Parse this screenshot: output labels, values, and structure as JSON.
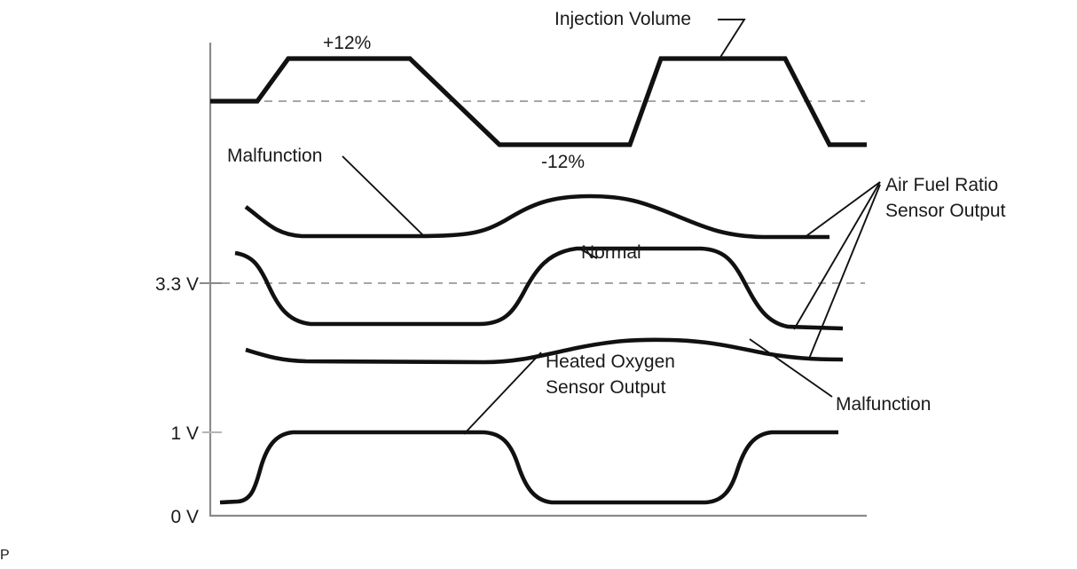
{
  "figure": {
    "title": "Injection Volume / Air Fuel Ratio Sensor / Heated Oxygen Sensor waveform diagram",
    "corner_mark": "P"
  },
  "axis": {
    "ticks": [
      {
        "label": "3.3 V",
        "value": 3.3
      },
      {
        "label": "1 V",
        "value": 1.0
      },
      {
        "label": "0 V",
        "value": 0.0
      }
    ]
  },
  "labels": {
    "injection_volume": "Injection Volume",
    "plus_12": "+12%",
    "minus_12": "-12%",
    "malfunction_upper": "Malfunction",
    "malfunction_lower": "Malfunction",
    "normal": "Normal",
    "air_fuel_ratio_line1": "Air Fuel Ratio",
    "air_fuel_ratio_line2": "Sensor Output",
    "heated_oxygen_line1": "Heated Oxygen",
    "heated_oxygen_line2": "Sensor Output"
  },
  "colors": {
    "trace": "#111111",
    "axis": "#8a8a8a",
    "reference_dash": "#9a9a9a",
    "background": "#ffffff",
    "text": "#1a1a1a"
  },
  "chart_data": {
    "type": "line",
    "title": "Injection Volume vs Air Fuel Ratio Sensor and Heated Oxygen Sensor Output",
    "xlabel": "",
    "ylabel": "",
    "grid": false,
    "legend_position": "inline-annotations",
    "annotations": [
      "+12%",
      "-12%",
      "Injection Volume",
      "Malfunction",
      "Normal",
      "Air Fuel Ratio Sensor Output",
      "Heated Oxygen Sensor Output",
      "Malfunction"
    ],
    "axis_ticks": [
      "3.3 V",
      "1 V",
      "0 V"
    ],
    "reference_lines": [
      {
        "name": "injection-volume-baseline",
        "style": "dashed"
      },
      {
        "name": "3.3-volt-reference",
        "style": "dashed",
        "value": 3.3
      }
    ],
    "series": [
      {
        "name": "Injection Volume",
        "style": "trapezoidal",
        "description": "Starts at 0% baseline, steps up to +12% plateau, ramps down to -12% plateau, ramps back up to +12% plateau, then ramps down to -12%",
        "levels_percent": [
          0,
          12,
          12,
          -12,
          -12,
          12,
          12,
          -12
        ],
        "x": [
          237,
          290,
          325,
          462,
          563,
          710,
          745,
          885,
          935,
          977
        ],
        "y": [
          114,
          114,
          66,
          66,
          163,
          163,
          66,
          66,
          163,
          163
        ]
      },
      {
        "name": "Air Fuel Ratio Sensor Output - Malfunction",
        "style": "smooth",
        "description": "Upper air fuel ratio trace, dips low then rises to a rounded peak and falls again",
        "x": [
          277,
          330,
          400,
          500,
          600,
          680,
          760,
          830,
          890,
          935
        ],
        "y": [
          233,
          262,
          267,
          267,
          240,
          222,
          226,
          248,
          266,
          268
        ]
      },
      {
        "name": "Air Fuel Ratio Sensor Output - Normal",
        "style": "smooth",
        "description": "Lower air fuel ratio trace crossing the 3.3 V reference line, high at start, low plateau, rises above 3.3 V then falls below",
        "x": [
          265,
          300,
          345,
          430,
          540,
          600,
          660,
          760,
          830,
          880,
          950
        ],
        "y": [
          285,
          300,
          345,
          366,
          366,
          330,
          285,
          279,
          310,
          360,
          371
        ]
      },
      {
        "name": "Heated Oxygen Sensor Output - Malfunction",
        "style": "smooth",
        "description": "Shallow trace between the air fuel ratio lines, gentle dip then rise then fall",
        "x": [
          277,
          340,
          430,
          540,
          640,
          720,
          800,
          870,
          950
        ],
        "y": [
          394,
          404,
          408,
          408,
          395,
          384,
          385,
          395,
          404
        ]
      },
      {
        "name": "Heated Oxygen Sensor Output",
        "style": "square-rounded",
        "description": "Switching trace between 0 V and 1 V, low then high plateau at 1 V, drops to 0 V, rises back to 1 V",
        "levels_volts": [
          0,
          1,
          1,
          0,
          0,
          1,
          1
        ],
        "x": [
          248,
          272,
          300,
          380,
          520,
          560,
          610,
          700,
          790,
          830,
          880,
          945
        ],
        "y": [
          566,
          564,
          500,
          487,
          487,
          498,
          556,
          566,
          566,
          540,
          487,
          486
        ]
      }
    ]
  }
}
